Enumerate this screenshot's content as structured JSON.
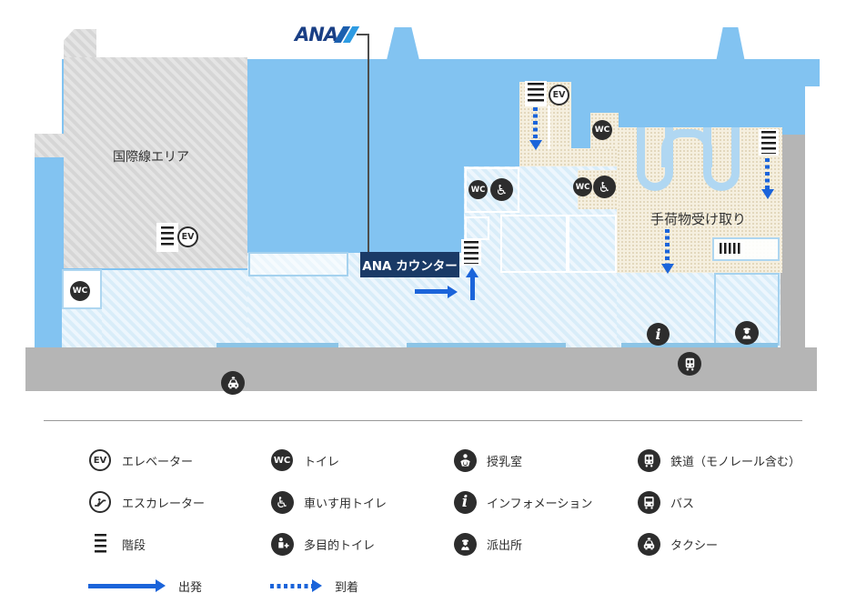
{
  "map": {
    "logo_text": "ANA",
    "international_area_label": "国際線エリア",
    "baggage_claim_label": "手荷物受け取り",
    "ana_counter_label": "ANA カウンター",
    "glyphs": {
      "elevator": "EV",
      "toilet": "WC",
      "information": "i",
      "wheelchair": "♿"
    }
  },
  "legend": {
    "columns": [
      {
        "items": [
          {
            "icon": "elevator-icon",
            "label": "エレベーター"
          },
          {
            "icon": "escalator-icon",
            "label": "エスカレーター"
          },
          {
            "icon": "stairs-icon",
            "label": "階段"
          },
          {
            "icon": "departure-arrow",
            "label": "出発"
          }
        ]
      },
      {
        "items": [
          {
            "icon": "toilet-icon",
            "label": "トイレ"
          },
          {
            "icon": "wheelchair-toilet-icon",
            "label": "車いす用トイレ"
          },
          {
            "icon": "multipurpose-toilet-icon",
            "label": "多目的トイレ"
          },
          {
            "icon": "arrival-arrow",
            "label": "到着"
          }
        ]
      },
      {
        "items": [
          {
            "icon": "nursing-room-icon",
            "label": "授乳室"
          },
          {
            "icon": "information-icon",
            "label": "インフォメーション"
          },
          {
            "icon": "police-box-icon",
            "label": "派出所"
          }
        ]
      },
      {
        "items": [
          {
            "icon": "rail-icon",
            "label": "鉄道（モノレール含む）"
          },
          {
            "icon": "bus-icon",
            "label": "バス"
          },
          {
            "icon": "taxi-icon",
            "label": "タクシー"
          }
        ]
      }
    ]
  },
  "colors": {
    "map_blue": "#82c3f1",
    "floor_light": "#e9f5fd",
    "international_gray": "#dcdcdc",
    "baggage_beige": "#f5efdf",
    "road_gray": "#b5b5b5",
    "navy_label": "#1a3a66",
    "arrow_blue": "#1b64da",
    "icon_dark": "#2d2d2d"
  }
}
